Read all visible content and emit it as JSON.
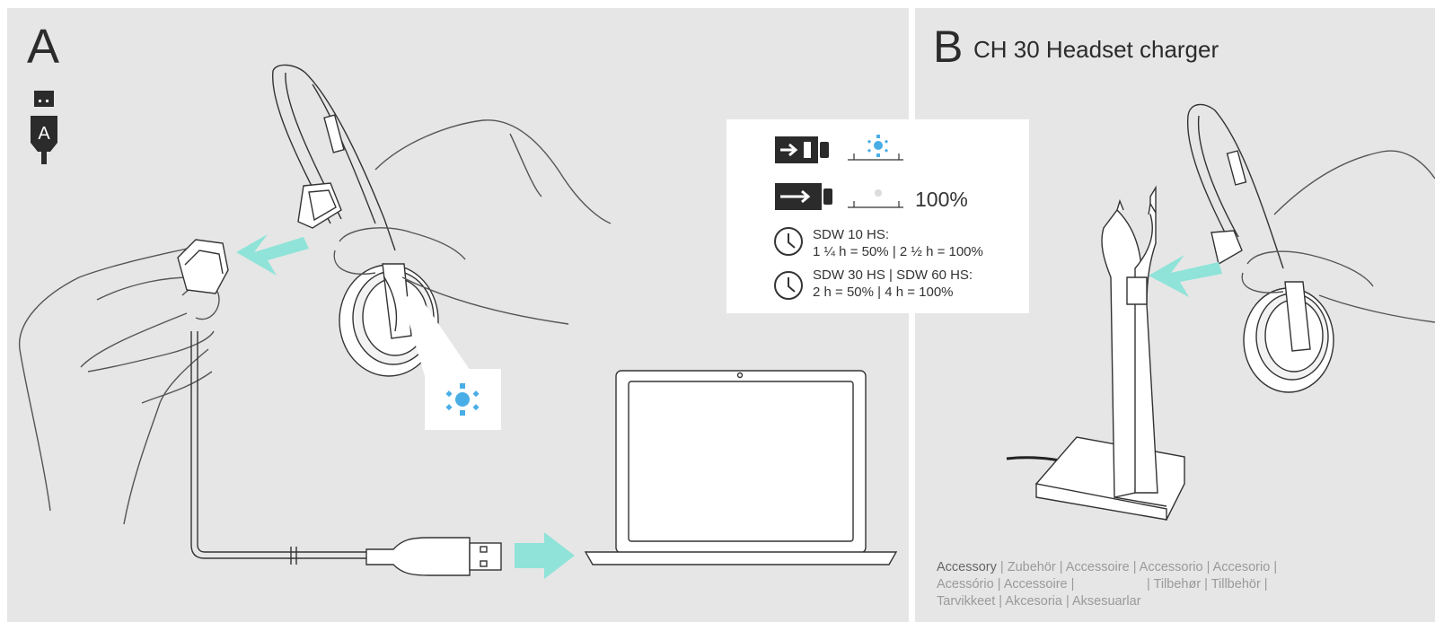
{
  "panel_a": {
    "letter": "A"
  },
  "panel_b": {
    "letter": "B",
    "title": "CH 30 Headset charger"
  },
  "usb_icon": {
    "letter": "A"
  },
  "info": {
    "full_label": "100%",
    "model1_name": "SDW 10 HS:",
    "model1_times": "1 ¼ h = 50% | 2 ½ h = 100%",
    "model2_name": "SDW 30 HS | SDW 60 HS:",
    "model2_times": "2 h = 50% | 4 h = 100%"
  },
  "accessory": {
    "first": "Accessory",
    "line1_rest": " | Zubehör | Accessoire | Accessorio | Accesorio |",
    "line2": "Acessório | Accessoire |                    | Tilbehør | Tillbehör |",
    "line3": "Tarvikkeet | Akcesoria | Aksesuarlar"
  },
  "colors": {
    "panel_bg": "#e6e6e6",
    "led_blue": "#4aaee6",
    "arrow_teal": "#8fe3d8",
    "line": "#333333"
  }
}
